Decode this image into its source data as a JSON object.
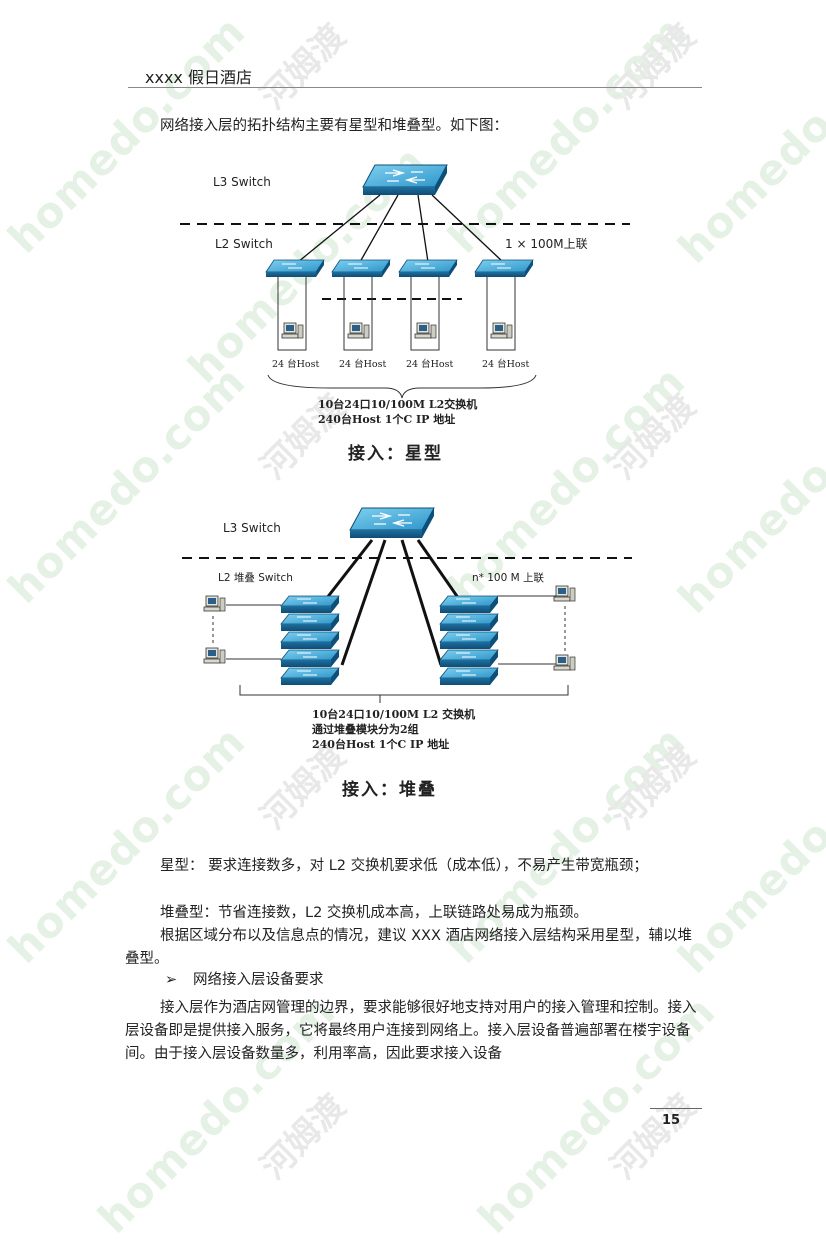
{
  "header": {
    "title": "xxxx 假日酒店"
  },
  "intro": "网络接入层的拓扑结构主要有星型和堆叠型。如下图：",
  "star": {
    "l3_label": "L3 Switch",
    "l2_label": "L2 Switch",
    "uplink_label": "1 × 100M上联",
    "hosts": [
      "24 台Host",
      "24 台Host",
      "24 台Host",
      "24 台Host"
    ],
    "summary_line1": "10台24口10/100M L2交换机",
    "summary_line2": "240台Host  1个C IP 地址",
    "caption": "接入：星型"
  },
  "stack": {
    "l3_label": "L3 Switch",
    "l2_label": "L2 堆叠 Switch",
    "uplink_label": "n* 100 M 上联",
    "summary_line1": "10台24口10/100M L2 交换机",
    "summary_line2": "通过堆叠模块分为2组",
    "summary_line3": "240台Host  1个C IP 地址",
    "caption": "接入：堆叠"
  },
  "body": {
    "p1": "星型： 要求连接数多，对 L2 交换机要求低（成本低），不易产生带宽瓶颈；",
    "p2": "堆叠型：节省连接数，L2 交换机成本高，上联链路处易成为瓶颈。",
    "p3": "根据区域分布以及信息点的情况，建议 XXX 酒店网络接入层结构采用星型，辅以堆叠型。",
    "bullet_marker": "➢",
    "bullet": "网络接入层设备要求",
    "p4": "接入层作为酒店网管理的边界，要求能够很好地支持对用户的接入管理和控制。接入层设备即是提供接入服务，它将最终用户连接到网络上。接入层设备普遍部署在楼宇设备间。由于接入层设备数量多，利用率高，因此要求接入设备"
  },
  "watermark": {
    "text_en": "homedo.com",
    "text_cn": "河姆渡"
  },
  "page_number": "15"
}
